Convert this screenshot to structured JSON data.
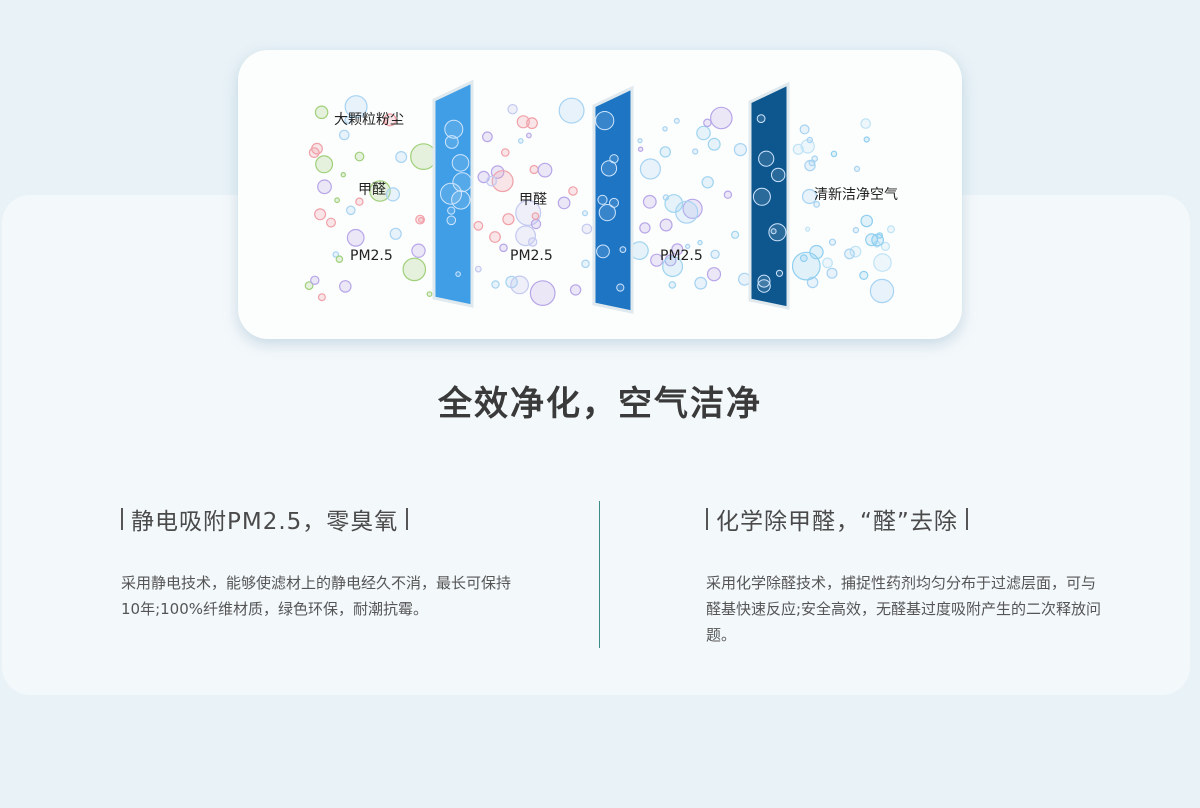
{
  "diagram": {
    "labels": {
      "large_dust": "大颗粒粉尘",
      "formaldehyde_1": "甲醛",
      "pm25_1": "PM2.5",
      "formaldehyde_2": "甲醛",
      "pm25_2": "PM2.5",
      "pm25_3": "PM2.5",
      "fresh_air": "清新洁净空气"
    },
    "filter_colors": [
      "#3f9ee6",
      "#1d75c4",
      "#0d568e"
    ]
  },
  "headline": "全效净化，空气洁净",
  "features": [
    {
      "title": "静电吸附PM2.5，零臭氧",
      "description": "采用静电技术，能够使滤材上的静电经久不消，最长可保持10年;100%纤维材质，绿色环保，耐潮抗霉。"
    },
    {
      "title": "化学除甲醛，“醛”去除",
      "description": "采用化学除醛技术，捕捉性药剂均匀分布于过滤层面，可与醛基快速反应;安全高效，无醛基过度吸附产生的二次释放问题。"
    }
  ],
  "colors": {
    "divider": "#3c8c88",
    "panel_bg": "#f3f8fb",
    "page_bg": "#e8f2f7"
  }
}
